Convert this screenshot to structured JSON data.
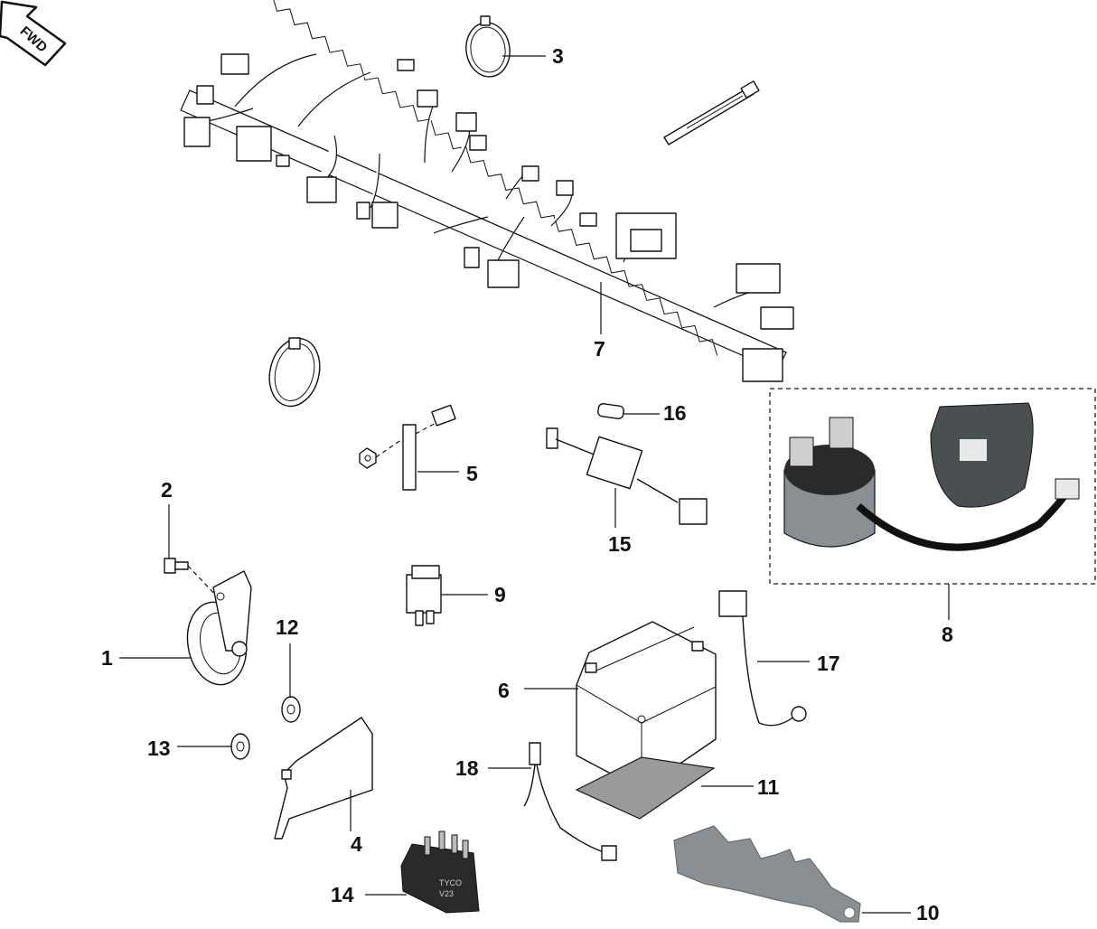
{
  "orientation": {
    "label": "FWD"
  },
  "callouts": [
    "1",
    "2",
    "3",
    "4",
    "5",
    "6",
    "7",
    "8",
    "9",
    "10",
    "11",
    "12",
    "13",
    "14",
    "15",
    "16",
    "17",
    "18"
  ],
  "relay_markings": {
    "line1": "TYCO",
    "line2": "V23"
  },
  "colors": {
    "line": "#111111",
    "photo_dark": "#2a2a2a",
    "photo_grey": "#8a8f94",
    "mat": "#9a9a9a"
  }
}
